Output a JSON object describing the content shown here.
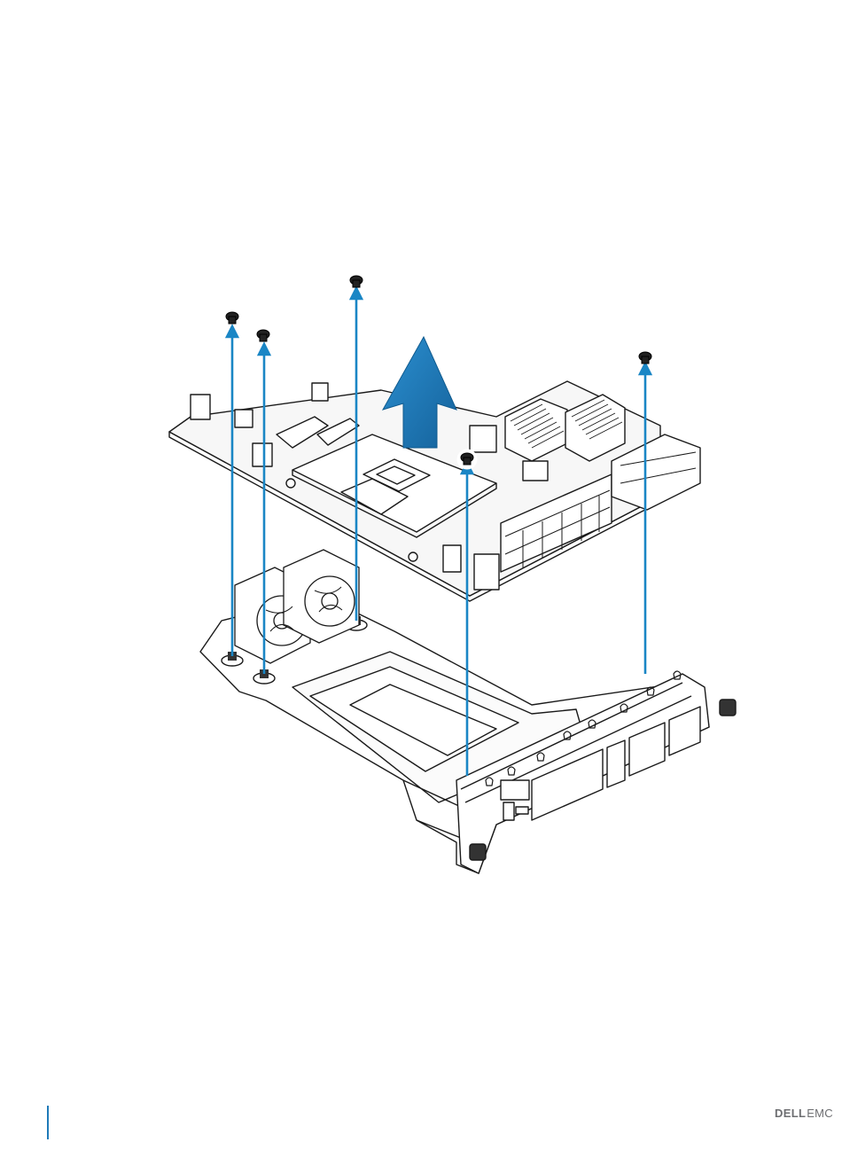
{
  "footer": {
    "logo_dell": "DELL",
    "logo_emc": "EMC",
    "accent_color": "#1f7ab8"
  },
  "illustration": {
    "subject": "system-board-removal-from-tray",
    "arrow_color": "#1a86c5",
    "lift_arrow_color": "#1c7fc2"
  }
}
